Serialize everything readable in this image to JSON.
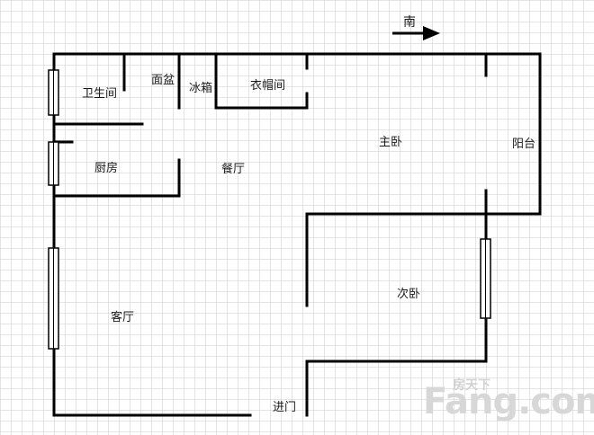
{
  "compass": {
    "label": "南"
  },
  "rooms": {
    "bathroom": "卫生间",
    "washbasin": "面盆",
    "fridge": "冰箱",
    "cloakroom": "衣帽间",
    "master_bedroom": "主卧",
    "balcony": "阳台",
    "kitchen": "厨房",
    "dining": "餐厅",
    "second_bedroom": "次卧",
    "living_room": "客厅",
    "entrance": "进门"
  },
  "watermark": {
    "main": "Fang.com",
    "small": "房天下"
  },
  "colors": {
    "wall": "#000000",
    "grid": "#c9c9c9",
    "window": "#ffffff",
    "watermark": "#d7d7d7"
  }
}
